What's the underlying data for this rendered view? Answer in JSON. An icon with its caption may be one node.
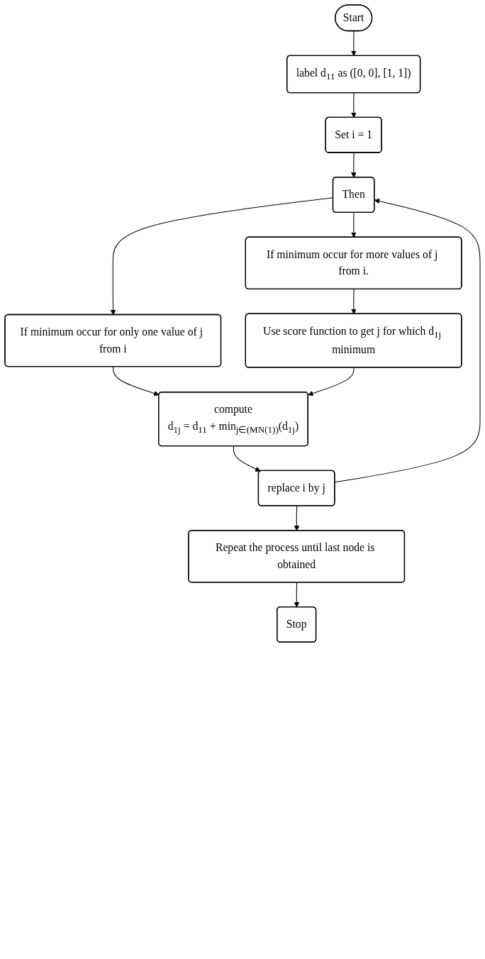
{
  "diagram": {
    "nodes": [
      {
        "text": [
          "Start"
        ]
      },
      {
        "text": [
          "label d$_{11}$ as ([0, 0], [1, 1])"
        ]
      },
      {
        "text": [
          "Set i = 1"
        ]
      },
      {
        "text": [
          "Then"
        ]
      },
      {
        "text": [
          "If minimum occur for more values of j from i."
        ]
      },
      {
        "text": [
          "If minimum occur for only one value of j from i"
        ]
      },
      {
        "text": [
          "Use score function to get j for which d$_{1j}$ minimum"
        ]
      },
      {
        "text": [
          "compute",
          "d$_{1j}$ = d$_{11}$ + min$_{j∈(M}$$_{N(1)}$$_{)}$(d$_{1j}$)"
        ]
      },
      {
        "text": [
          "replace i by j"
        ]
      },
      {
        "text": [
          "Repeat the process until last node is obtained"
        ]
      },
      {
        "text": [
          "Stop"
        ]
      }
    ],
    "edges": [
      {
        "from": 0,
        "to": 1,
        "arrow": "to"
      },
      {
        "from": 1,
        "to": 2,
        "arrow": "to"
      },
      {
        "from": 2,
        "to": 3,
        "arrow": "to"
      },
      {
        "from": 3,
        "to": 4,
        "arrow": "to"
      },
      {
        "from": 3,
        "to": 5,
        "arrow": "to"
      },
      {
        "from": 4,
        "to": 6,
        "arrow": "to"
      },
      {
        "from": 5,
        "to": 7,
        "arrow": "to"
      },
      {
        "from": 6,
        "to": 7,
        "arrow": "to"
      },
      {
        "from": 7,
        "to": 8,
        "arrow": "to"
      },
      {
        "from": 8,
        "to": 3,
        "arrow": "to"
      },
      {
        "from": 8,
        "to": 9,
        "arrow": "to"
      },
      {
        "from": 9,
        "to": 10,
        "arrow": "to"
      }
    ]
  }
}
